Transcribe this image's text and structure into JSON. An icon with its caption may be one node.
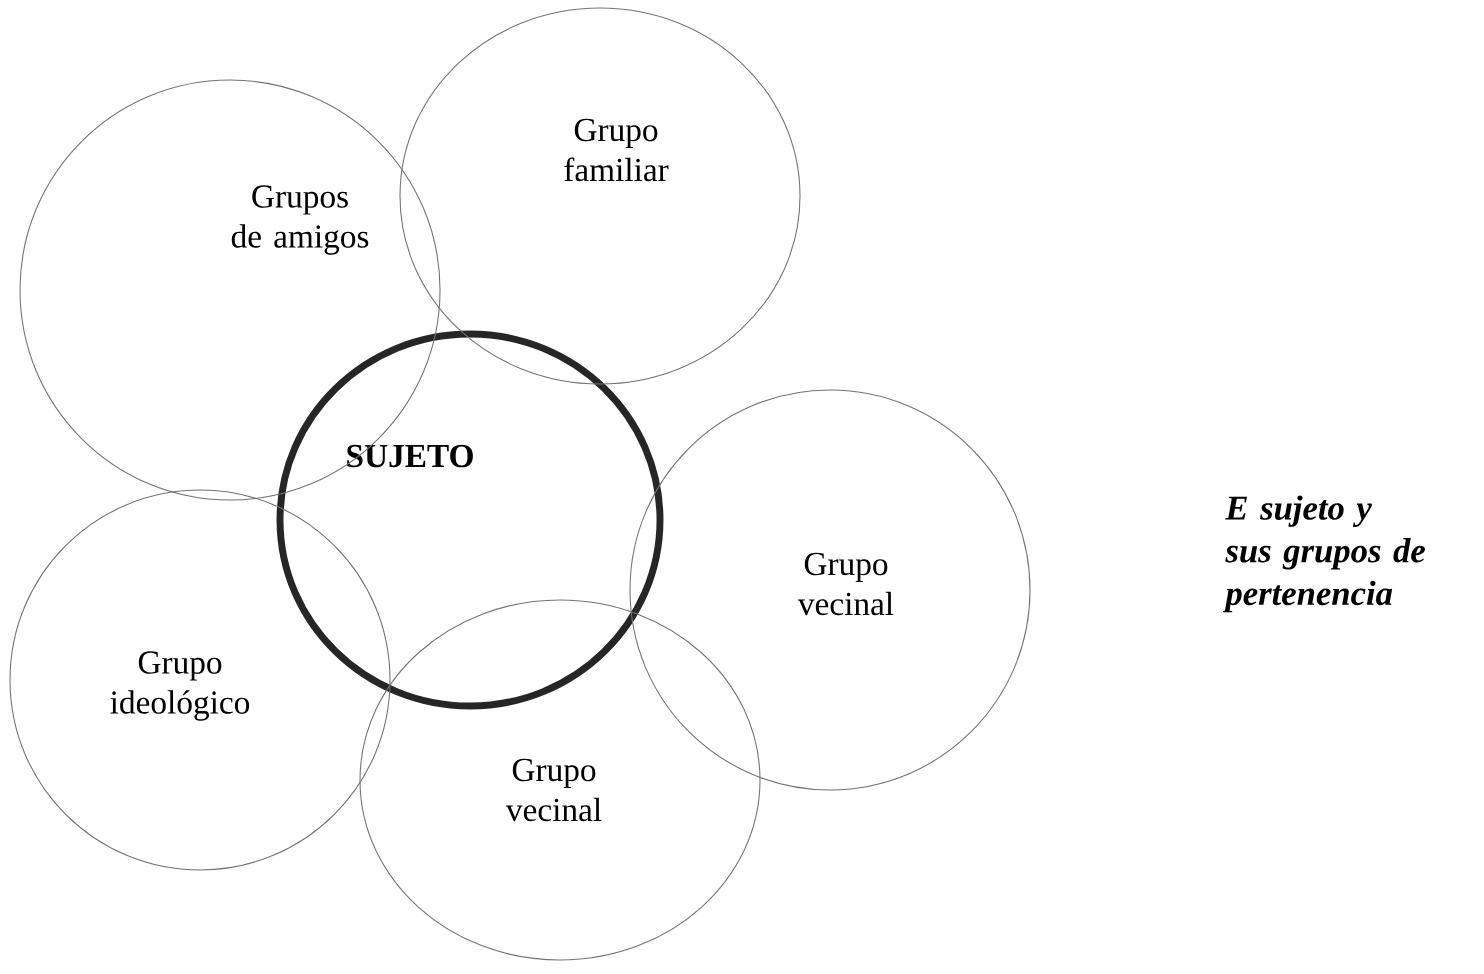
{
  "diagram": {
    "nodes": [
      {
        "text": [
          "SUJETO"
        ]
      },
      {
        "text": [
          "Grupos de amigos"
        ]
      },
      {
        "text": [
          "Grupo familiar"
        ]
      },
      {
        "text": [
          "Grupo vecinal"
        ]
      },
      {
        "text": [
          "Grupo ideológico"
        ]
      },
      {
        "text": [
          "Grupo vecinal"
        ]
      }
    ],
    "labels": [
      "E sujeto y sus grupos de pertenencia"
    ]
  }
}
